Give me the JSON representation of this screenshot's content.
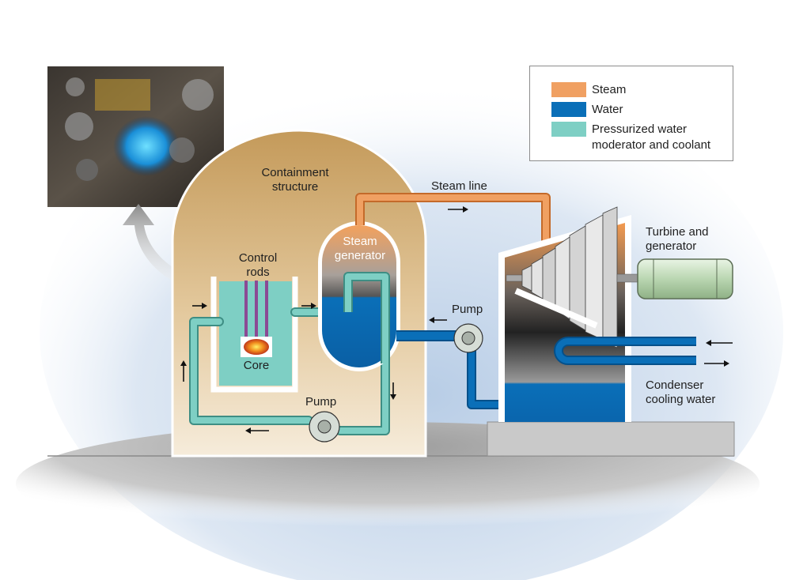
{
  "labels": {
    "containment": [
      "Containment",
      "structure"
    ],
    "control_rods": [
      "Control",
      "rods"
    ],
    "core": "Core",
    "steam_generator": [
      "Steam",
      "generator"
    ],
    "steam_line": "Steam line",
    "pump_main": "Pump",
    "pump_secondary": "Pump",
    "turbine": [
      "Turbine and",
      "generator"
    ],
    "condenser": [
      "Condenser",
      "cooling water"
    ]
  },
  "legend": {
    "items": [
      {
        "label": "Steam",
        "color": "#f0a062"
      },
      {
        "label": "Water",
        "color": "#0a6fb8"
      },
      {
        "label": "Pressurized water",
        "label2": "moderator and coolant",
        "color": "#7ecfc4"
      }
    ]
  },
  "colors": {
    "steam": "#f0a062",
    "water": "#0a6fb8",
    "coolant": "#7ecfc4",
    "containment_top": "#c49a5a",
    "ground": "#c8c8c8"
  },
  "icons": {
    "photo": "reactor-photo",
    "pump": "pump-icon",
    "arrow": "flow-arrow-icon"
  }
}
